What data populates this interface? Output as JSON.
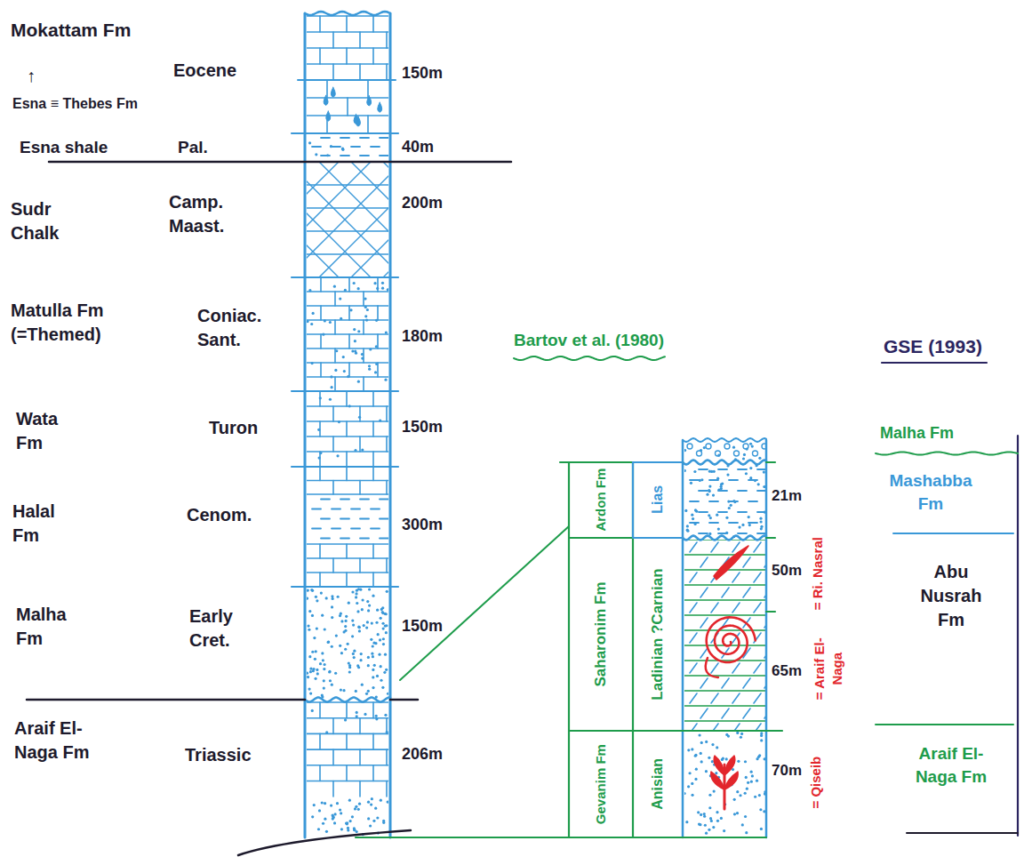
{
  "diagram": {
    "nodes": [
      {
        "text": [
          "Mokattam Fm",
          "Esna ≡ Thebes Fm",
          "Eocene",
          "150m"
        ]
      },
      {
        "text": [
          "Esna shale",
          "Pal.",
          "40m"
        ]
      },
      {
        "text": [
          "Sudr Chalk",
          "Camp. Maast.",
          "200m"
        ]
      },
      {
        "text": [
          "Matulla Fm (=Themed)",
          "Coniac. Sant.",
          "180m"
        ]
      },
      {
        "text": [
          "Wata Fm",
          "Turon",
          "150m"
        ]
      },
      {
        "text": [
          "Halal Fm",
          "Cenom.",
          "300m"
        ]
      },
      {
        "text": [
          "Malha Fm",
          "Early Cret.",
          "150m"
        ]
      },
      {
        "text": [
          "Araif El-Naga Fm",
          "Triassic",
          "206m"
        ]
      },
      {
        "text": [
          "Ardon Fm"
        ]
      },
      {
        "text": [
          "Saharonim Fm"
        ]
      },
      {
        "text": [
          "Gevanim Fm"
        ]
      },
      {
        "text": [
          "Lias"
        ]
      },
      {
        "text": [
          "Ladinian ?Carnian"
        ]
      },
      {
        "text": [
          "Anisian"
        ]
      },
      {
        "text": [
          "21m"
        ]
      },
      {
        "text": [
          "50m"
        ]
      },
      {
        "text": [
          "65m"
        ]
      },
      {
        "text": [
          "70m"
        ]
      },
      {
        "text": [
          "Malha Fm"
        ]
      },
      {
        "text": [
          "Mashabba Fm"
        ]
      },
      {
        "text": [
          "Abu Nusrah Fm"
        ]
      },
      {
        "text": [
          "Araif El-Naga Fm"
        ]
      }
    ],
    "labels": [
      "↑",
      "Bartov et al. (1980)",
      "GSE (1993)",
      "= Ri. Nasral",
      "= Araif El-Naga",
      "= Qiseib"
    ]
  }
}
